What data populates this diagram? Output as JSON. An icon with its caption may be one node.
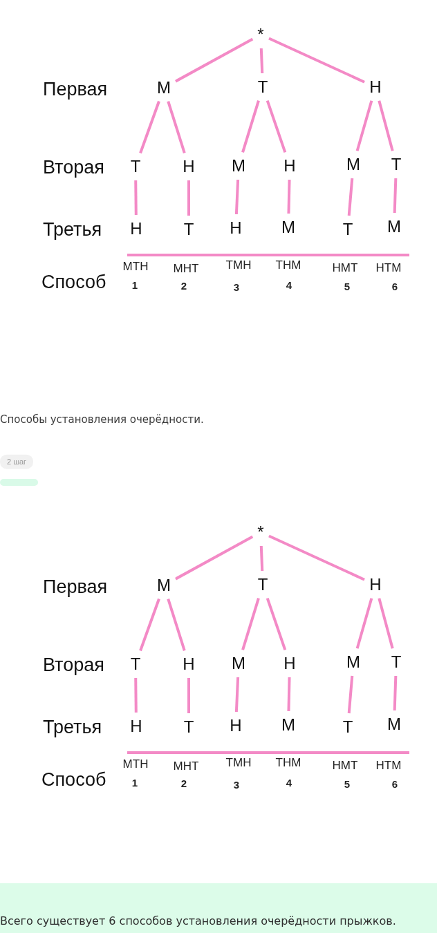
{
  "diagram": {
    "nodes": [
      {
        "text": [
          "*"
        ]
      },
      {
        "text": [
          "М"
        ]
      },
      {
        "text": [
          "Т"
        ]
      },
      {
        "text": [
          "Н"
        ]
      },
      {
        "text": [
          "Т"
        ]
      },
      {
        "text": [
          "Н"
        ]
      },
      {
        "text": [
          "М"
        ]
      },
      {
        "text": [
          "Н"
        ]
      },
      {
        "text": [
          "М"
        ]
      },
      {
        "text": [
          "Т"
        ]
      },
      {
        "text": [
          "Н"
        ]
      },
      {
        "text": [
          "Т"
        ]
      },
      {
        "text": [
          "Н"
        ]
      },
      {
        "text": [
          "М"
        ]
      },
      {
        "text": [
          "Т"
        ]
      },
      {
        "text": [
          "М"
        ]
      },
      {
        "text": [
          "*"
        ]
      },
      {
        "text": [
          "М"
        ]
      },
      {
        "text": [
          "Т"
        ]
      },
      {
        "text": [
          "Н"
        ]
      },
      {
        "text": [
          "Т"
        ]
      },
      {
        "text": [
          "Н"
        ]
      },
      {
        "text": [
          "М"
        ]
      },
      {
        "text": [
          "Н"
        ]
      },
      {
        "text": [
          "М"
        ]
      },
      {
        "text": [
          "Т"
        ]
      },
      {
        "text": [
          "Н"
        ]
      },
      {
        "text": [
          "Т"
        ]
      },
      {
        "text": [
          "Н"
        ]
      },
      {
        "text": [
          "М"
        ]
      },
      {
        "text": [
          "Т"
        ]
      },
      {
        "text": [
          "М"
        ]
      }
    ],
    "edges": [
      {
        "from": 0,
        "to": 1,
        "arrow": "none"
      },
      {
        "from": 0,
        "to": 2,
        "arrow": "none"
      },
      {
        "from": 0,
        "to": 3,
        "arrow": "none"
      },
      {
        "from": 1,
        "to": 4,
        "arrow": "none"
      },
      {
        "from": 1,
        "to": 5,
        "arrow": "none"
      },
      {
        "from": 2,
        "to": 6,
        "arrow": "none"
      },
      {
        "from": 2,
        "to": 7,
        "arrow": "none"
      },
      {
        "from": 3,
        "to": 8,
        "arrow": "none"
      },
      {
        "from": 3,
        "to": 9,
        "arrow": "none"
      },
      {
        "from": 4,
        "to": 10,
        "arrow": "none"
      },
      {
        "from": 5,
        "to": 11,
        "arrow": "none"
      },
      {
        "from": 6,
        "to": 12,
        "arrow": "none"
      },
      {
        "from": 7,
        "to": 13,
        "arrow": "none"
      },
      {
        "from": 8,
        "to": 14,
        "arrow": "none"
      },
      {
        "from": 9,
        "to": 15,
        "arrow": "none"
      },
      {
        "from": 16,
        "to": 17,
        "arrow": "none"
      },
      {
        "from": 16,
        "to": 18,
        "arrow": "none"
      },
      {
        "from": 16,
        "to": 19,
        "arrow": "none"
      },
      {
        "from": 17,
        "to": 20,
        "arrow": "none"
      },
      {
        "from": 17,
        "to": 21,
        "arrow": "none"
      },
      {
        "from": 18,
        "to": 22,
        "arrow": "none"
      },
      {
        "from": 18,
        "to": 23,
        "arrow": "none"
      },
      {
        "from": 19,
        "to": 24,
        "arrow": "none"
      },
      {
        "from": 19,
        "to": 25,
        "arrow": "none"
      },
      {
        "from": 20,
        "to": 26,
        "arrow": "none"
      },
      {
        "from": 21,
        "to": 27,
        "arrow": "none"
      },
      {
        "from": 22,
        "to": 28,
        "arrow": "none"
      },
      {
        "from": 23,
        "to": 29,
        "arrow": "none"
      },
      {
        "from": 24,
        "to": 30,
        "arrow": "none"
      },
      {
        "from": 25,
        "to": 31,
        "arrow": "none"
      }
    ],
    "labels": [
      "Первая",
      "Вторая",
      "Третья",
      "МТН",
      "МНТ",
      "ТМН",
      "ТНМ",
      "НМТ",
      "НТМ",
      "Способ",
      "1",
      "2",
      "3",
      "4",
      "5",
      "6",
      "Способы установления очерёдности.",
      "2 шаг",
      "Первая",
      "Вторая",
      "Третья",
      "МТН",
      "МНТ",
      "ТМН",
      "ТНМ",
      "НМТ",
      "НТМ",
      "Способ",
      "1",
      "2",
      "3",
      "4",
      "5",
      "6",
      "Всего существует 6 способов установления очерёдности прыжков."
    ]
  }
}
